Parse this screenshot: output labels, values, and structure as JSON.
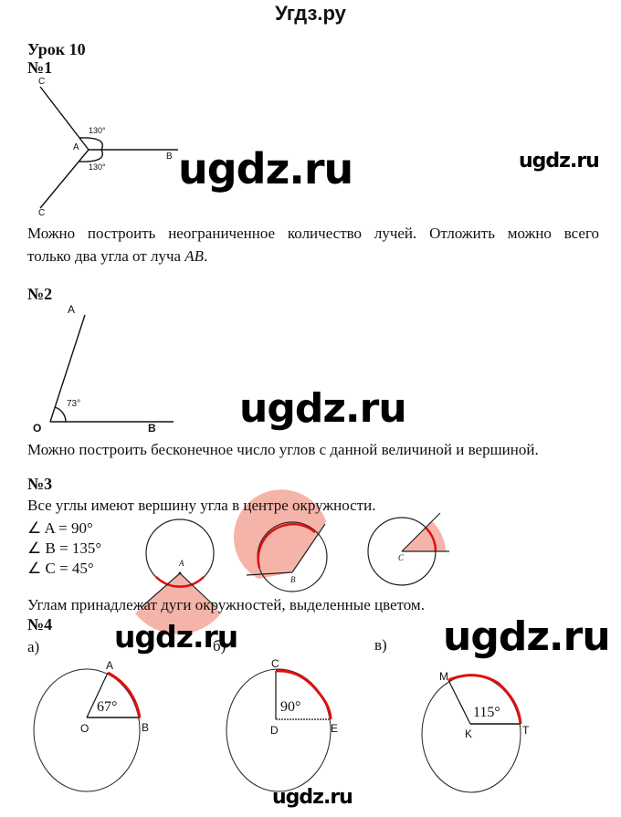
{
  "site_title": "Угдз.ру",
  "lesson": "Урок 10",
  "watermark": "ugdz.ru",
  "tasks": {
    "t1": {
      "number": "№1",
      "labels": {
        "c_top": "C",
        "a": "A",
        "b": "B",
        "c_bottom": "C",
        "angle_top": "130°",
        "angle_bottom": "130°"
      },
      "text_line1": "Можно построить неограниченное количество лучей. Отложить можно всего",
      "text_line2": "только два угла от луча ",
      "text_line2_var": "AB",
      "text_line2_end": "."
    },
    "t2": {
      "number": "№2",
      "labels": {
        "a": "A",
        "o": "O",
        "b": "B",
        "angle": "73°"
      },
      "text": "Можно построить бесконечное число углов с данной величиной и вершиной."
    },
    "t3": {
      "number": "№3",
      "intro": "Все углы имеют вершину угла в центре окружности.",
      "angles": [
        "∠ A = 90°",
        "∠ B = 135°",
        "∠ C = 45°"
      ],
      "figure_labels": [
        "A",
        "B",
        "C"
      ],
      "conclusion": "Углам принадлежат дуги окружностей, выделенные цветом.",
      "sector_color": "#f3a79a",
      "arc_color": "#e01010"
    },
    "t4": {
      "number": "№4",
      "parts": [
        {
          "letter": "а)",
          "points": [
            "A",
            "O",
            "B"
          ],
          "angle": "67°"
        },
        {
          "letter": "б)",
          "points": [
            "C",
            "D",
            "E"
          ],
          "angle": "90°"
        },
        {
          "letter": "в)",
          "points": [
            "M",
            "K",
            "T"
          ],
          "angle": "115°"
        }
      ]
    }
  }
}
